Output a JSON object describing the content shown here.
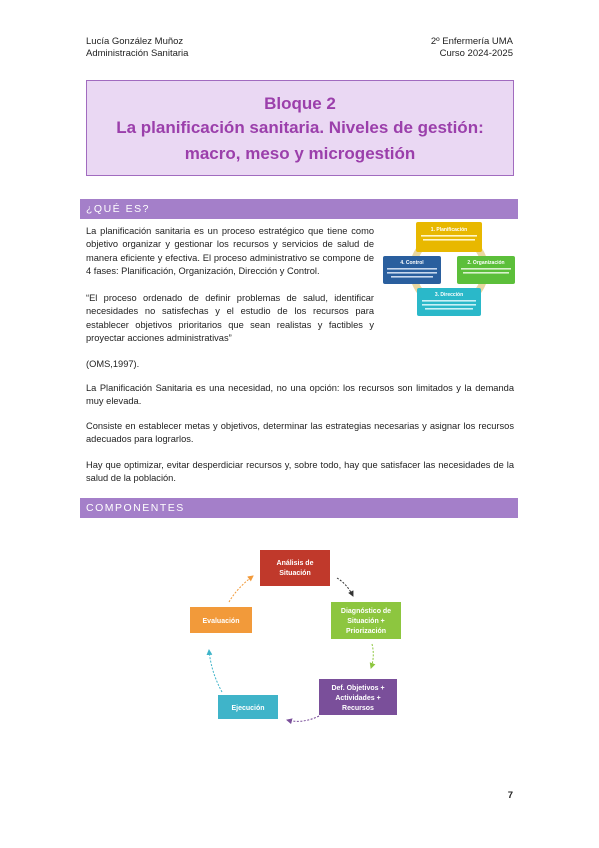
{
  "header": {
    "author": "Lucía González Muñoz",
    "course_name": "Administración Sanitaria",
    "program": "2º Enfermería UMA",
    "year": "Curso 2024-2025"
  },
  "title": {
    "line1": "Bloque 2",
    "line2": "La planificación sanitaria. Niveles de gestión:",
    "line3": "macro, meso y microgestión"
  },
  "sections": {
    "que_es": "¿QUÉ ES?",
    "componentes": "COMPONENTES"
  },
  "paragraphs": {
    "p1": "La planificación sanitaria es un proceso estratégico que tiene como objetivo organizar y gestionar los recursos y servicios de salud de manera eficiente y efectiva. El proceso administrativo se compone de 4 fases: Planificación, Organización, Dirección y Control.",
    "p2": "“El proceso ordenado de definir problemas de salud, identificar necesidades no satisfechas y el estudio de los recursos para establecer objetivos prioritarios que sean realistas y factibles y proyectar acciones administrativas”",
    "p3": "(OMS,1997).",
    "p4": "La Planificación Sanitaria es una necesidad, no una opción: los recursos son limitados y la demanda muy elevada.",
    "p5": "Consiste en establecer metas y objetivos, determinar las estrategias necesarias y asignar los recursos adecuados para lograrlos.",
    "p6": "Hay que optimizar, evitar desperdiciar recursos y, sobre todo, hay que satisfacer las necesidades de la salud de la población."
  },
  "phases_diagram": {
    "phase1": "1. Planificación",
    "phase2": "2. Organización",
    "phase3": "3. Dirección",
    "phase4": "4. Control",
    "colors": {
      "phase1": "#e8b800",
      "phase2": "#5cbf3a",
      "phase3": "#2ab8c9",
      "phase4": "#2a5f9e",
      "ring": "#e9d7a0"
    }
  },
  "components_diagram": {
    "analisis_1": "Análisis de",
    "analisis_2": "Situación",
    "diagnostico_1": "Diagnóstico de",
    "diagnostico_2": "Situación +",
    "diagnostico_3": "Priorización",
    "definicion_1": "Def. Objetivos +",
    "definicion_2": "Actividades +",
    "definicion_3": "Recursos",
    "ejecucion": "Ejecución",
    "evaluacion": "Evaluación",
    "colors": {
      "analisis": "#c0392b",
      "diagnostico": "#8dc63f",
      "definicion": "#7a4f9a",
      "ejecucion": "#3fb4c9",
      "evaluacion": "#f29a3a"
    }
  },
  "page_number": "7"
}
